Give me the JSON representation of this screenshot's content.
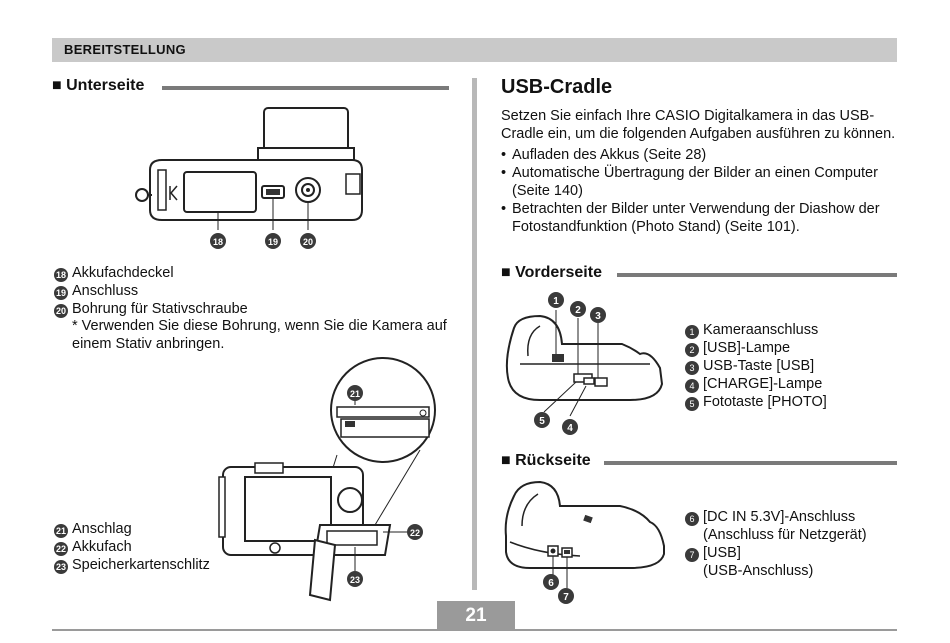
{
  "header": {
    "title": "BEREITSTELLUNG"
  },
  "left": {
    "section_bottom": "Unterseite",
    "bottom_items": [
      {
        "num": "18",
        "label": "Akkufachdeckel"
      },
      {
        "num": "19",
        "label": "Anschluss"
      },
      {
        "num": "20",
        "label": "Bohrung für Stativschraube"
      }
    ],
    "note": "* Verwenden Sie diese Bohrung, wenn Sie die Kamera auf einem Stativ anbringen.",
    "open_items": [
      {
        "num": "21",
        "label": "Anschlag"
      },
      {
        "num": "22",
        "label": "Akkufach"
      },
      {
        "num": "23",
        "label": "Speicherkartenschlitz"
      }
    ]
  },
  "right": {
    "heading": "USB-Cradle",
    "intro": "Setzen Sie einfach Ihre CASIO Digitalkamera in das USB-Cradle ein, um die folgenden Aufgaben ausführen zu können.",
    "bullets": [
      "Aufladen des Akkus (Seite 28)",
      "Automatische Übertragung der Bilder an einen Computer (Seite 140)",
      "Betrachten der Bilder unter Verwendung der Diashow der Fotostandfunktion (Photo Stand) (Seite 101)."
    ],
    "section_front": "Vorderseite",
    "front_items": [
      {
        "num": "1",
        "label": "Kameraanschluss"
      },
      {
        "num": "2",
        "label": "[USB]-Lampe"
      },
      {
        "num": "3",
        "label": "USB-Taste [USB]"
      },
      {
        "num": "4",
        "label": "[CHARGE]-Lampe"
      },
      {
        "num": "5",
        "label": "Fototaste [PHOTO]"
      }
    ],
    "section_back": "Rückseite",
    "back_items": [
      {
        "num": "6",
        "label": "[DC IN 5.3V]-Anschluss",
        "sub": "(Anschluss für Netzgerät)"
      },
      {
        "num": "7",
        "label": "[USB]",
        "sub": "(USB-Anschluss)"
      }
    ]
  },
  "footer": {
    "page_number": "21"
  }
}
